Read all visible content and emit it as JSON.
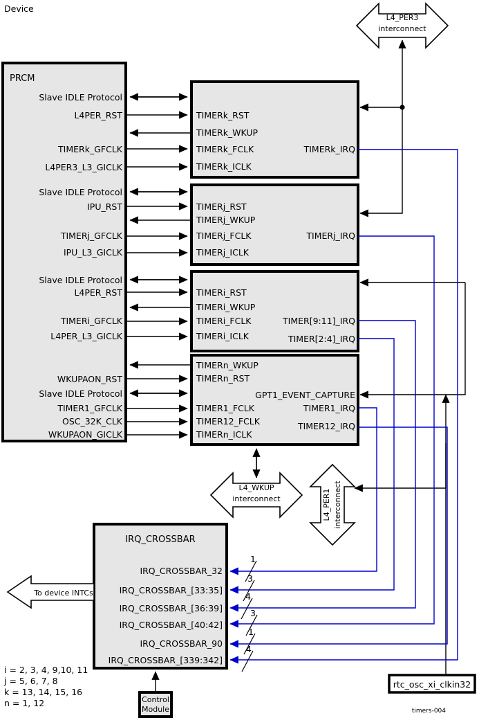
{
  "diagram": {
    "device_label": "Device",
    "figure_tag": "timers-004"
  },
  "prcm": {
    "title": "PRCM",
    "signals": [
      "Slave IDLE Protocol",
      "L4PER_RST",
      "TIMERk_GFCLK",
      "L4PER3_L3_GICLK",
      "Slave IDLE Protocol",
      "IPU_RST",
      "TIMERj_GFCLK",
      "IPU_L3_GICLK",
      "Slave IDLE Protocol",
      "L4PER_RST",
      "TIMERi_GFCLK",
      "L4PER_L3_GICLK",
      "WKUPAON_RST",
      "Slave IDLE Protocol",
      "TIMER1_GFCLK",
      "OSC_32K_CLK",
      "WKUPAON_GICLK"
    ]
  },
  "timer_blocks": [
    {
      "name": "timer-k-block",
      "inputs": [
        "TIMERk_RST",
        "TIMERk_WKUP",
        "TIMERk_FCLK",
        "TIMERk_ICLK"
      ],
      "outputs": [
        "TIMERk_IRQ"
      ]
    },
    {
      "name": "timer-j-block",
      "inputs": [
        "TIMERj_RST",
        "TIMERj_WKUP",
        "TIMERj_FCLK",
        "TIMERj_ICLK"
      ],
      "outputs": [
        "TIMERj_IRQ"
      ]
    },
    {
      "name": "timer-i-block",
      "inputs": [
        "TIMERi_RST",
        "TIMERi_WKUP",
        "TIMERi_FCLK",
        "TIMERi_ICLK"
      ],
      "outputs": [
        "TIMER[9:11]_IRQ",
        "TIMER[2:4]_IRQ"
      ]
    },
    {
      "name": "timer-n-block",
      "inputs": [
        "TIMERn_WKUP",
        "TIMERn_RST",
        "TIMER1_FCLK",
        "TIMER12_FCLK",
        "TIMERn_ICLK"
      ],
      "outputs": [
        "GPT1_EVENT_CAPTURE",
        "TIMER1_IRQ",
        "TIMER12_IRQ"
      ]
    }
  ],
  "crossbar": {
    "title": "IRQ_CROSSBAR",
    "ports": [
      {
        "label": "IRQ_CROSSBAR_32",
        "width": "1"
      },
      {
        "label": "IRQ_CROSSBAR_[33:35]",
        "width": "3"
      },
      {
        "label": "IRQ_CROSSBAR_[36:39]",
        "width": "4"
      },
      {
        "label": "IRQ_CROSSBAR_[40:42]",
        "width": "3"
      },
      {
        "label": "IRQ_CROSSBAR_90",
        "width": "1"
      },
      {
        "label": "IRQ_CROSSBAR_[339:342]",
        "width": "4"
      }
    ]
  },
  "interconnects": [
    {
      "name": "l4-per3-interconnect",
      "line1": "L4_PER3",
      "line2": "interconnect"
    },
    {
      "name": "l4-wkup-interconnect",
      "line1": "L4_WKUP",
      "line2": "interconnect"
    },
    {
      "name": "l4-per1-interconnect",
      "line1": "L4_PER1",
      "line2": "interconnect"
    }
  ],
  "to_intcs": {
    "label": "To device INTCs"
  },
  "control_module": {
    "line1": "Control",
    "line2": "Module"
  },
  "rtc_osc": {
    "label": "rtc_osc_xi_clkin32"
  },
  "legend": {
    "lines": [
      "i = 2, 3, 4, 9,10, 11",
      "j = 5, 6, 7, 8",
      "k = 13, 14, 15, 16",
      "n = 1, 12"
    ]
  },
  "colors": {
    "block_fill": "#e6e6e6",
    "wire": "#000000",
    "irq_wire": "#0000cc"
  }
}
